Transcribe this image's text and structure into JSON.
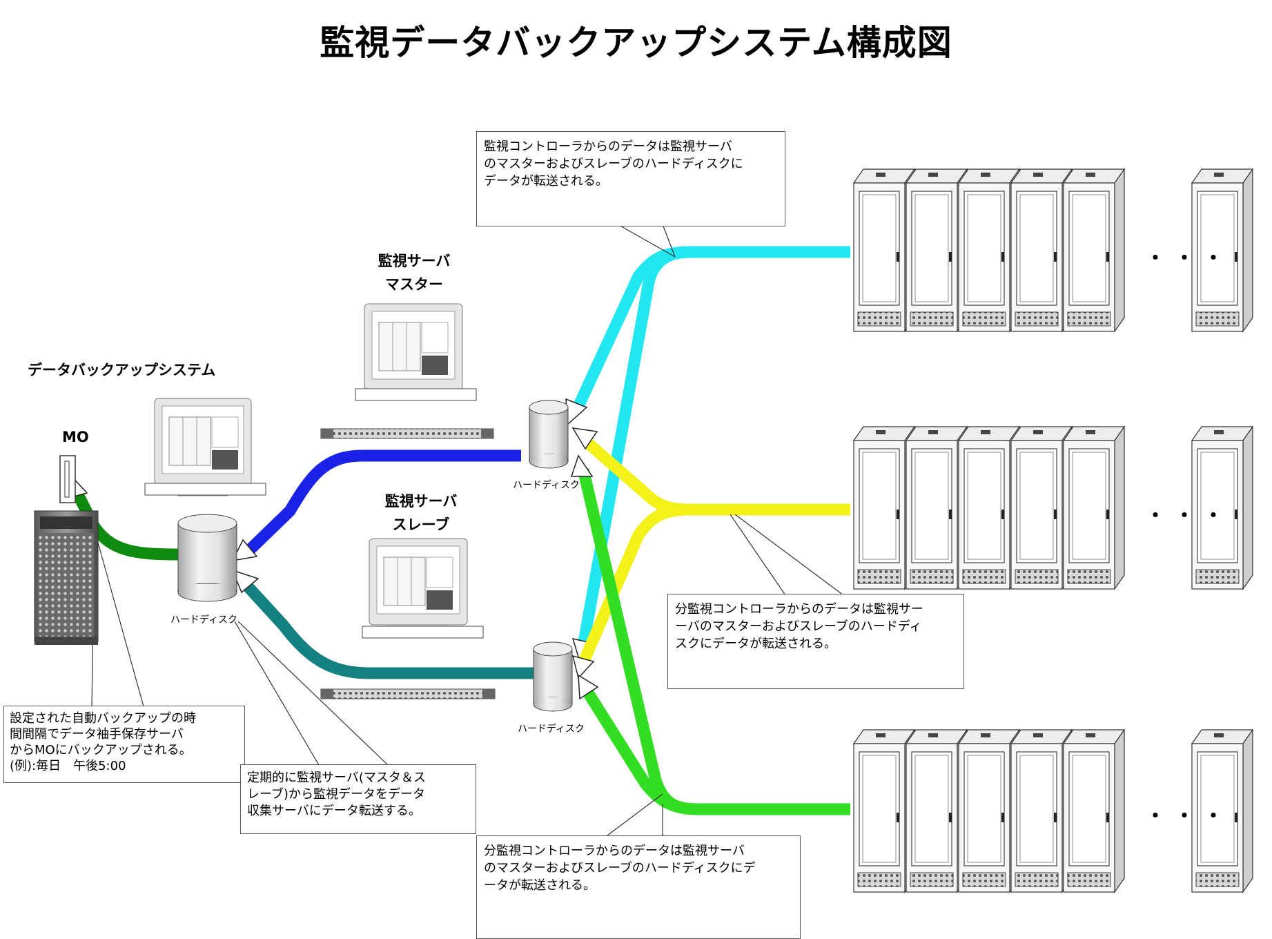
{
  "title": "監視データバックアップシステム構成図",
  "labels": {
    "backup_system": "データバックアップシステム",
    "mo": "MO",
    "master_server": [
      "監視サーバ",
      "マスター"
    ],
    "slave_server": [
      "監視サーバ",
      "スレーブ"
    ],
    "hard_disk": "ハードディスク",
    "ellipsis": "・・・"
  },
  "notes": {
    "top": [
      "監視コントローラからのデータは監視サーバ",
      "のマスターおよびスレーブのハードディスクに",
      "データが転送される。"
    ],
    "middle": [
      "分監視コントローラからのデータは監視サー",
      "ーバのマスターおよびスレーブのハードディ",
      "スクにデータが転送される。"
    ],
    "bottom": [
      "分監視コントローラからのデータは監視サーバ",
      "のマスターおよびスレーブのハードディスクにデ",
      "ータが転送される。"
    ],
    "schedule": [
      "設定された自動バックアップの時",
      "間間隔でデータ袖手保存サーバ",
      "からMOにバックアップされる。",
      "(例):毎日　午後5:00"
    ],
    "periodic": [
      "定期的に監視サーバ(マスタ＆ス",
      "レーブ)から監視データをデータ",
      "収集サーバにデータ転送する。"
    ]
  },
  "colors": {
    "cyan": "#22e6f0",
    "yellow": "#f2f21a",
    "green": "#33dd22",
    "blue": "#1a22e6",
    "teal": "#158080",
    "dark_green": "#0e8a0e"
  }
}
